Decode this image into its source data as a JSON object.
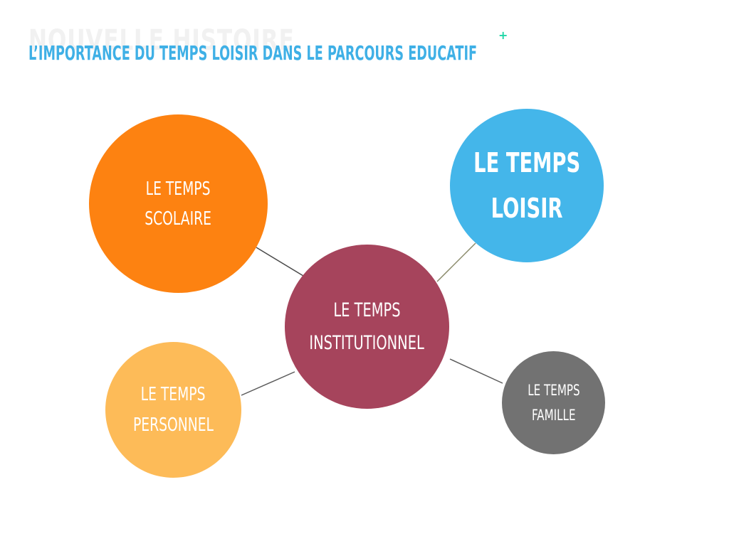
{
  "slide": {
    "ghost_title": "NOUVELLE HISTOIRE",
    "title": "L’IMPORTANCE DU TEMPS LOISIR DANS LE PARCOURS EDUCATIF",
    "plus_mark": "+"
  },
  "diagram": {
    "nodes": {
      "scolaire": {
        "line1": "LE TEMPS",
        "line2": "SCOLAIRE",
        "color": "#fd8211"
      },
      "loisir": {
        "line1": "LE TEMPS",
        "line2": "LOISIR",
        "color": "#44b6ea"
      },
      "institutionnel": {
        "line1": "LE TEMPS",
        "line2": "INSTITUTIONNEL",
        "color": "#a6445c"
      },
      "personnel": {
        "line1": "LE TEMPS",
        "line2": "PERSONNEL",
        "color": "#fdbb58"
      },
      "famille": {
        "line1": "LE TEMPS",
        "line2": "FAMILLE",
        "color": "#727272"
      }
    },
    "edges": [
      {
        "from": "institutionnel",
        "to": "scolaire"
      },
      {
        "from": "institutionnel",
        "to": "loisir"
      },
      {
        "from": "institutionnel",
        "to": "personnel"
      },
      {
        "from": "institutionnel",
        "to": "famille"
      }
    ]
  }
}
